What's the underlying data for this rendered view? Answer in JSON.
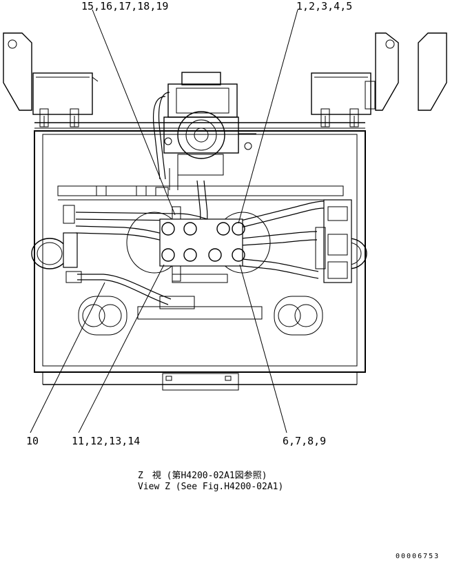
{
  "callouts": {
    "top_left": "15,16,17,18,19",
    "top_right": "1,2,3,4,5",
    "bottom_10": "10",
    "bottom_11": "11,12,13,14",
    "bottom_6": "6,7,8,9"
  },
  "caption": {
    "line1": "Z　視 (第H4200-02A1図参照)",
    "line2": "View Z  (See Fig.H4200-02A1)"
  },
  "drawing_number": "00006753"
}
